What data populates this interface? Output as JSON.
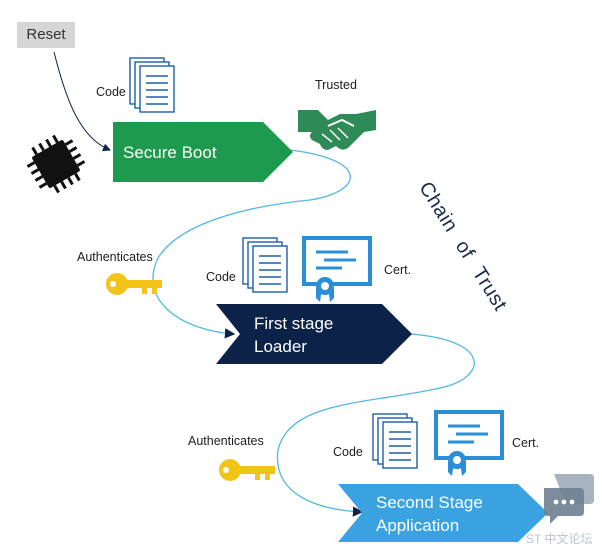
{
  "colors": {
    "navy": "#0c2248",
    "green": "#1e9a4e",
    "blue": "#3aa2e0",
    "curve": "#52b9dd",
    "key": "#f2c418",
    "handshake": "#2e8b57"
  },
  "reset": {
    "label": "Reset"
  },
  "secure_boot": {
    "code_label": "Code",
    "title": "Secure Boot",
    "trusted_label": "Trusted"
  },
  "first_stage": {
    "authenticates_label": "Authenticates",
    "code_label": "Code",
    "cert_label": "Cert.",
    "title_line1": "First stage",
    "title_line2": "Loader"
  },
  "second_stage": {
    "authenticates_label": "Authenticates",
    "code_label": "Code",
    "cert_label": "Cert.",
    "title_line1": "Second Stage",
    "title_line2": "Application"
  },
  "chain_of_trust": {
    "word1": "Chain",
    "word2": "of",
    "word3": "Trust"
  },
  "watermark": {
    "text": "ST 中文论坛"
  },
  "icons": [
    "chip-icon",
    "code-document-icon",
    "handshake-icon",
    "key-icon",
    "certificate-icon",
    "chat-icon"
  ]
}
